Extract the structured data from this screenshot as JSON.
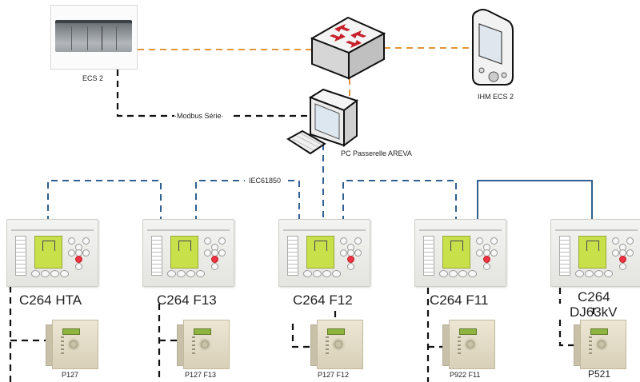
{
  "title": "Architecture réseau poste ECS 2",
  "nodes": {
    "ecs2": {
      "label": "ECS 2",
      "icon": "plc-rack-icon"
    },
    "switch": {
      "icon": "network-switch-icon"
    },
    "hmi": {
      "label": "IHM ECS 2",
      "icon": "pda-handheld-icon"
    },
    "pc": {
      "label": "PC Passerelle AREVA",
      "icon": "desktop-computer-icon"
    }
  },
  "links": {
    "modbus": {
      "label": "·Modbus Série·",
      "color": "#111111"
    },
    "iec61850": {
      "label": "IEC61850",
      "color": "#2e5f8f"
    },
    "ethernet": {
      "color": "#e0953c"
    }
  },
  "bays": [
    {
      "c264_label": "C264 HTA",
      "relay_label": "P127"
    },
    {
      "c264_label": "C264 F13",
      "relay_label": "P127 F13"
    },
    {
      "c264_label": "C264 F12",
      "relay_label": "P127 F12"
    },
    {
      "c264_label": "C264 F11",
      "relay_label": "P922 F11"
    },
    {
      "c264_label_line1": "C264",
      "c264_label_line2": "DJ63kV",
      "relay_label": "P521"
    }
  ]
}
